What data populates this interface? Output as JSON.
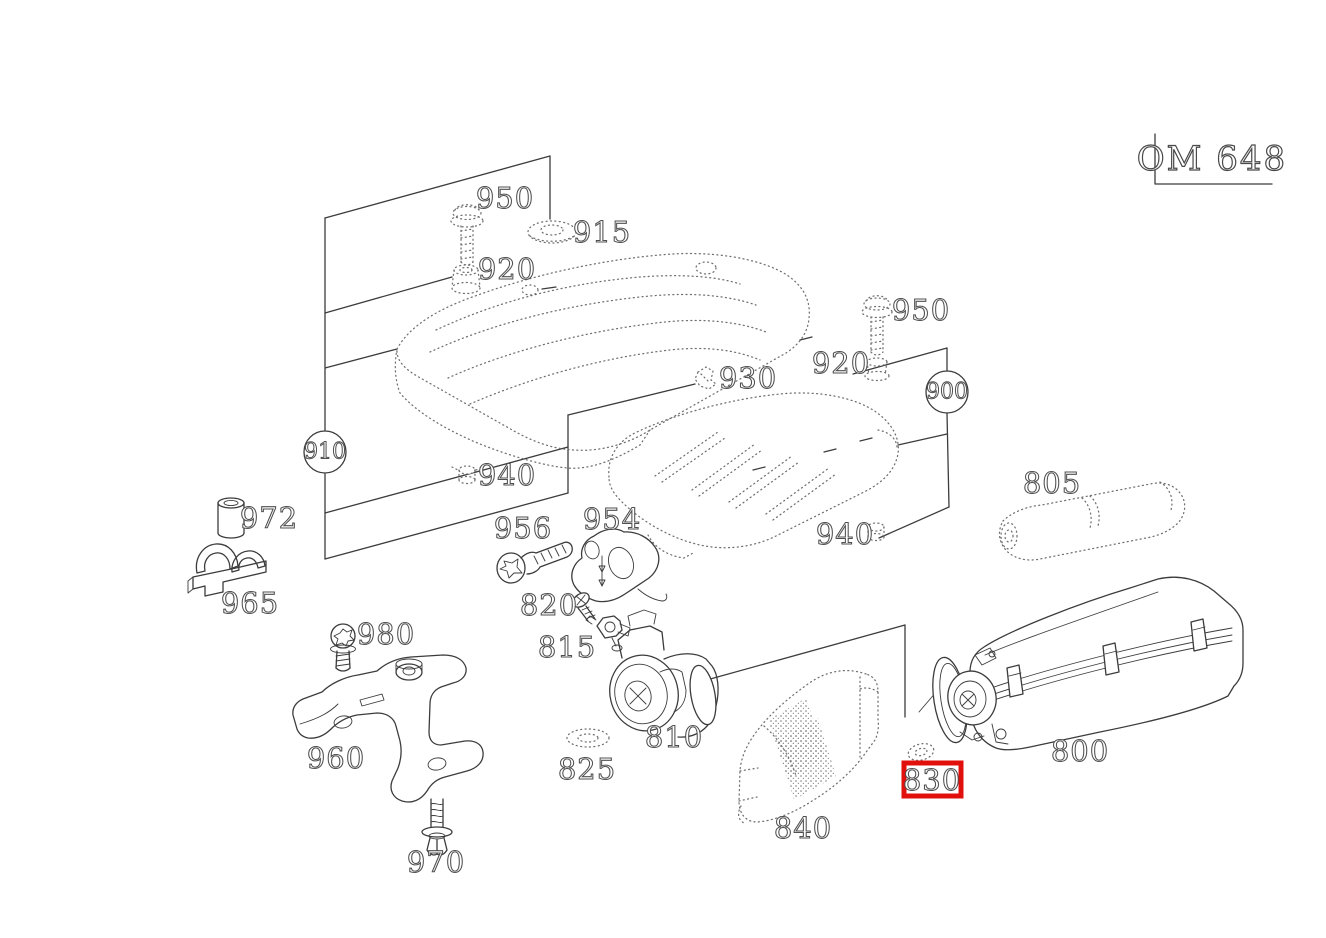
{
  "page": {
    "background_color": "#ffffff",
    "line_color": "#3c3c3c",
    "stipple_color": "#6f6f6f"
  },
  "title_block": {
    "text": "OM 648"
  },
  "highlight": {
    "color": "#e2100c",
    "part": "830"
  },
  "group_circles": {
    "g910": {
      "text": "910"
    },
    "g900": {
      "text": "900"
    }
  },
  "part_labels": {
    "950_top_left": {
      "text": "950"
    },
    "915": {
      "text": "915"
    },
    "920_left": {
      "text": "920"
    },
    "930": {
      "text": "930"
    },
    "940_left": {
      "text": "940"
    },
    "950_right": {
      "text": "950"
    },
    "920_right": {
      "text": "920"
    },
    "940_right": {
      "text": "940"
    },
    "805": {
      "text": "805"
    },
    "972": {
      "text": "972"
    },
    "965": {
      "text": "965"
    },
    "956": {
      "text": "956"
    },
    "954": {
      "text": "954"
    },
    "820": {
      "text": "820"
    },
    "815": {
      "text": "815"
    },
    "980": {
      "text": "980"
    },
    "960": {
      "text": "960"
    },
    "810": {
      "text": "810"
    },
    "825": {
      "text": "825"
    },
    "970": {
      "text": "970"
    },
    "840": {
      "text": "840"
    },
    "830": {
      "text": "830"
    },
    "800": {
      "text": "800"
    }
  }
}
